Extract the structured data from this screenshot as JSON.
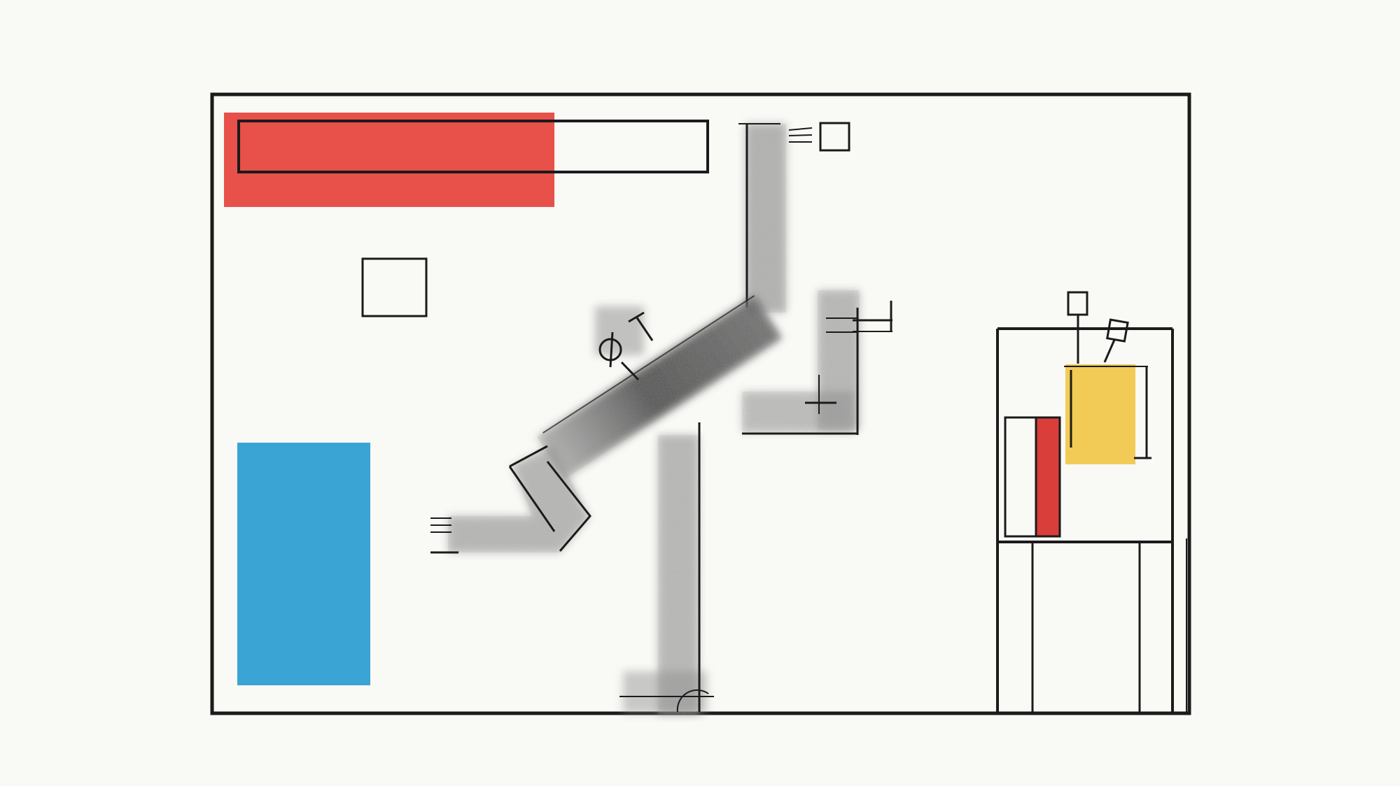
{
  "artwork": {
    "description_free": true,
    "colors": {
      "paper": "#f9f9f6",
      "ink": "#1b1b1b",
      "red": "#e8504a",
      "red_dark": "#d93e3a",
      "blue": "#3aa5d4",
      "yellow": "#f1cb55",
      "charcoal": "#6c6c6c"
    },
    "elements": [
      "outer-frame",
      "red-block",
      "long-outlined-bar",
      "small-outlined-square",
      "blue-block",
      "charcoal-diagonal-strip",
      "charcoal-vertical-strips",
      "cabinet-structure",
      "yellow-block",
      "cabinet-red-strip"
    ]
  }
}
